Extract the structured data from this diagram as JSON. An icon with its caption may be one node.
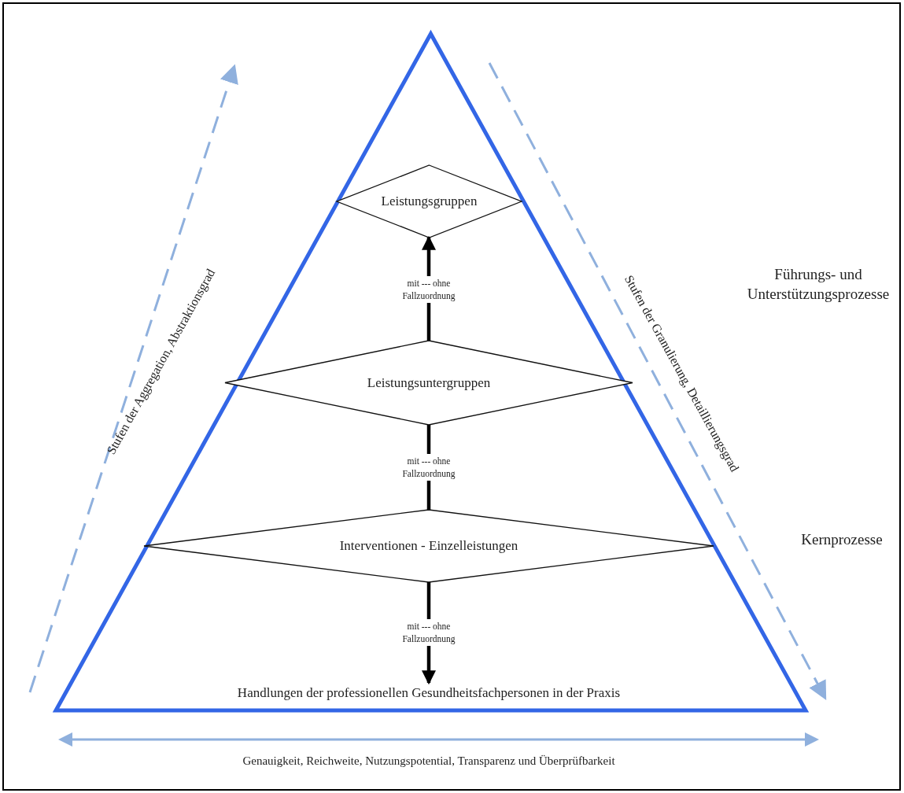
{
  "diagram": {
    "nodes": [
      {
        "text": [],
        "shape": "triangle"
      },
      {
        "text": [
          "Leistungsgruppen"
        ],
        "in": 0
      },
      {
        "text": [
          "Leistungsuntergruppen"
        ],
        "in": 0
      },
      {
        "text": [
          "Interventionen - Einzelleistungen"
        ],
        "in": 0
      },
      {
        "text": [
          "Handlungen der professionellen Gesundheitsfachpersonen in der Praxis"
        ],
        "in": 0
      }
    ],
    "edges": [
      {
        "from": 2,
        "to": 1,
        "arrow": "to",
        "label": "mit --- ohne Fallzuordnung"
      },
      {
        "from": 2,
        "to": 3,
        "arrow": "none",
        "label": "mit --- ohne Fallzuordnung"
      },
      {
        "from": 3,
        "to": 4,
        "arrow": "to",
        "label": "mit --- ohne Fallzuordnung"
      }
    ],
    "labels": [
      "Stufen der Aggregation, Abstraktionsgrad",
      "Stufen der Granulierung, Detaillierungsgrad",
      "Führungs- und Unterstützungsprozesse",
      "Kernprozesse",
      "Genauigkeit, Reichweite, Nutzungspotential, Transparenz und Überprüfbarkeit"
    ]
  }
}
